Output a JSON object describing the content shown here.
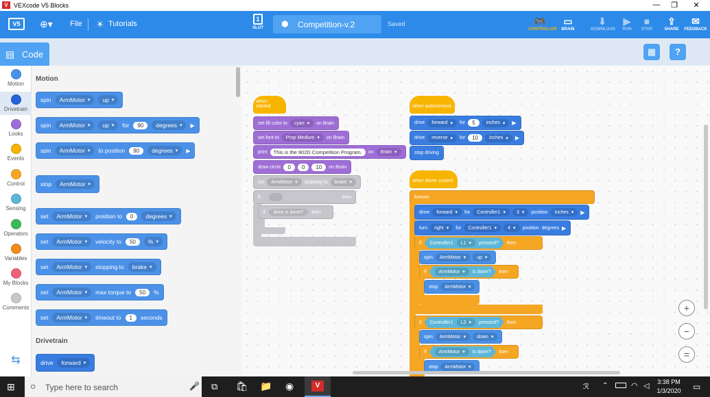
{
  "window": {
    "title": "VEXcode V5 Blocks",
    "logo": "V",
    "controls": [
      "—",
      "❐",
      "✕"
    ]
  },
  "menubar": {
    "logo": "V5",
    "file": "File",
    "tutorials": "Tutorials",
    "slot_number": "1",
    "slot_label": "SLOT",
    "project_name": "Competition-v.2",
    "status": "Saved",
    "tools": [
      {
        "label": "CONTROLLER",
        "icon": "🎮"
      },
      {
        "label": "BRAIN",
        "icon": "▭"
      },
      {
        "label": "DOWNLOAD",
        "icon": "⬇"
      },
      {
        "label": "RUN",
        "icon": "▶"
      },
      {
        "label": "STOP",
        "icon": "■"
      },
      {
        "label": "SHARE",
        "icon": "⇪"
      },
      {
        "label": "FEEDBACK",
        "icon": "✉"
      }
    ]
  },
  "toolbar": {
    "code_tab": "Code"
  },
  "categories": [
    {
      "label": "Motion",
      "color": "#4b91e8"
    },
    {
      "label": "Drivetrain",
      "color": "#2563d9"
    },
    {
      "label": "Looks",
      "color": "#9e6ed6"
    },
    {
      "label": "Events",
      "color": "#f7b500"
    },
    {
      "label": "Control",
      "color": "#f5a623"
    },
    {
      "label": "Sensing",
      "color": "#5cb6d9"
    },
    {
      "label": "Operators",
      "color": "#3fb858"
    },
    {
      "label": "Variables",
      "color": "#f28a1c"
    },
    {
      "label": "My Blocks",
      "color": "#f0607a"
    },
    {
      "label": "Comments",
      "color": "#c8c8c8"
    }
  ],
  "palette": {
    "motion_header": "Motion",
    "drivetrain_header": "Drivetrain",
    "b1": {
      "w1": "spin",
      "motor": "ArmMotor",
      "dir": "up"
    },
    "b2": {
      "w1": "spin",
      "motor": "ArmMotor",
      "dir": "up",
      "for": "for",
      "amount": "90",
      "unit": "degrees"
    },
    "b3": {
      "w1": "spin",
      "motor": "ArmMotor",
      "w2": "to position",
      "amount": "90",
      "unit": "degrees"
    },
    "b4": {
      "w1": "stop",
      "motor": "ArmMotor"
    },
    "b5": {
      "w1": "set",
      "motor": "ArmMotor",
      "w2": "position to",
      "amount": "0",
      "unit": "degrees"
    },
    "b6": {
      "w1": "set",
      "motor": "ArmMotor",
      "w2": "velocity to",
      "amount": "50",
      "unit": "%"
    },
    "b7": {
      "w1": "set",
      "motor": "ArmMotor",
      "w2": "stopping to",
      "mode": "brake"
    },
    "b8": {
      "w1": "set",
      "motor": "ArmMotor",
      "w2": "max torque to",
      "amount": "50",
      "unit": "%"
    },
    "b9": {
      "w1": "set",
      "motor": "ArmMotor",
      "w2": "timeout to",
      "amount": "1",
      "unit": "seconds"
    },
    "b10": {
      "w1": "drive",
      "dir": "forward"
    }
  },
  "canvas": {
    "s1": {
      "hat": "when started",
      "l1": {
        "a": "set fill color to",
        "b": "cyan",
        "c": "on Brain"
      },
      "l2": {
        "a": "set font to",
        "b": "Prop Medium",
        "c": "on Brain"
      },
      "l3": {
        "a": "print",
        "b": "This is the 902D Competition Program.",
        "c": "on",
        "d": "Brain"
      },
      "l4": {
        "a": "draw circle",
        "b": "0",
        "c": "0",
        "d": "10",
        "e": "on Brain"
      },
      "g1": {
        "a": "set",
        "b": "ArmMotor",
        "c": "stopping to",
        "d": "brake"
      },
      "g2": {
        "a": "if",
        "b": "then"
      },
      "g3": {
        "a": "if",
        "b": "drive is done?",
        "c": "then"
      }
    },
    "s2": {
      "hat": "when autonomous",
      "l1": {
        "a": "drive",
        "b": "forward",
        "c": "for",
        "d": "5",
        "e": "inches"
      },
      "l2": {
        "a": "drive",
        "b": "reverse",
        "c": "for",
        "d": "10",
        "e": "inches"
      },
      "l3": {
        "a": "stop driving"
      }
    },
    "s3": {
      "hat": "when driver control",
      "forever": "forever",
      "l1": {
        "a": "drive",
        "b": "forward",
        "c": "for",
        "d": "Controller1",
        "e": "3",
        "f": "position",
        "g": "inches"
      },
      "l2": {
        "a": "turn",
        "b": "right",
        "c": "for",
        "d": "Controller1",
        "e": "4",
        "f": "position",
        "g": "degrees"
      },
      "if1": {
        "a": "if",
        "b": "Controller1",
        "c": "L1",
        "d": "pressed?",
        "e": "then"
      },
      "spin1": {
        "a": "spin",
        "b": "ArmMotor",
        "c": "up"
      },
      "if2": {
        "a": "if",
        "b": "ArmMotor",
        "c": "is done?",
        "d": "then"
      },
      "stop1": {
        "a": "stop",
        "b": "ArmMotor"
      },
      "if3": {
        "a": "if",
        "b": "Controller1",
        "c": "L2",
        "d": "pressed?",
        "e": "then"
      },
      "spin2": {
        "a": "spin",
        "b": "ArmMotor",
        "c": "down"
      },
      "if4": {
        "a": "if",
        "b": "ArmMotor",
        "c": "is done?",
        "d": "then"
      },
      "stop2": {
        "a": "stop",
        "b": "ArmMotor"
      }
    }
  },
  "zoom": {
    "in": "+",
    "out": "−",
    "reset": "="
  },
  "taskbar": {
    "search_placeholder": "Type here to search",
    "time": "3:38 PM",
    "date": "1/3/2020"
  }
}
